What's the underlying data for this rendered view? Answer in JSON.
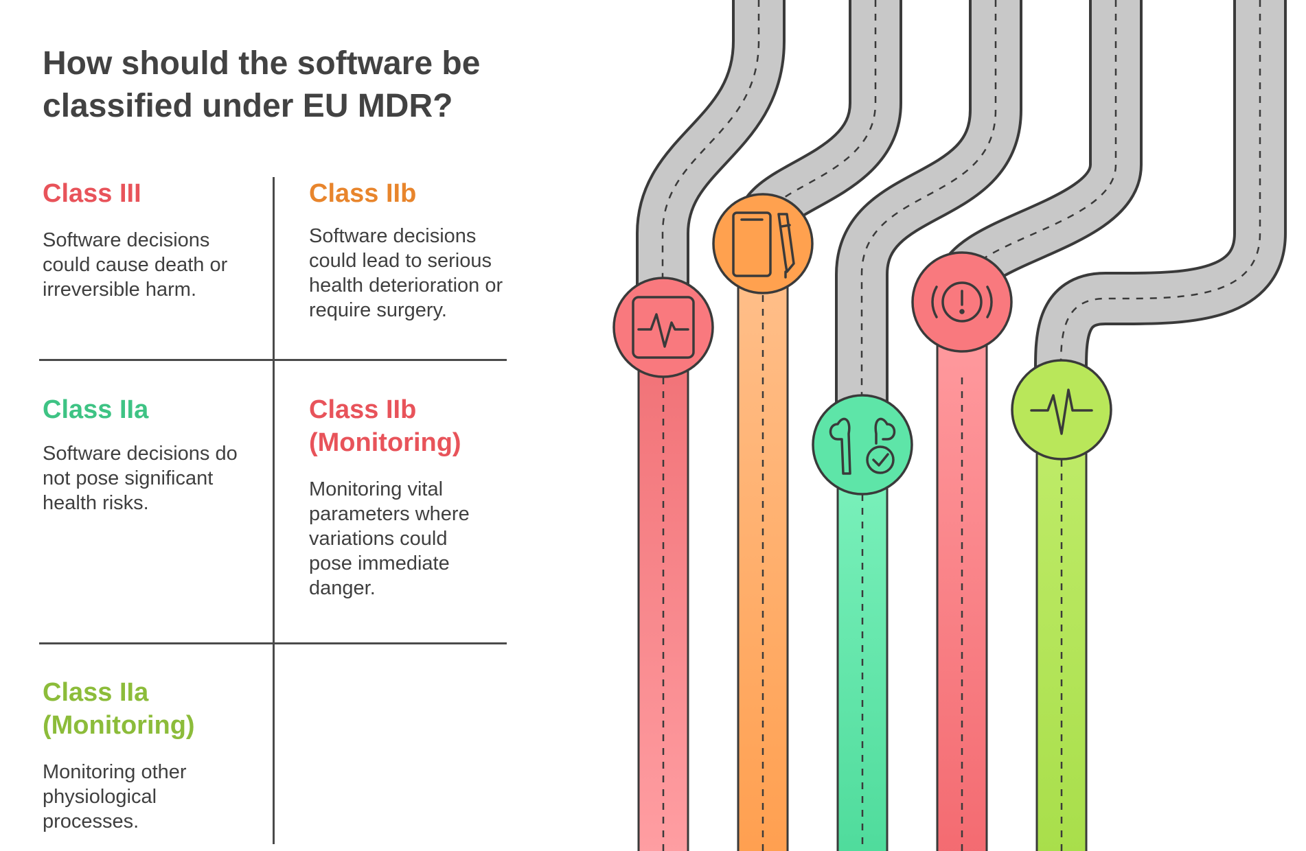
{
  "title": "How should the software be classified under EU MDR?",
  "classes": [
    {
      "label": "Class III",
      "description": "Software decisions could cause death or irreversible harm.",
      "color": "#e8535a"
    },
    {
      "label": "Class IIb",
      "description": "Software decisions could lead to serious health deterioration or require surgery.",
      "color": "#e8852c"
    },
    {
      "label": "Class IIa",
      "description": "Software decisions do not pose significant health risks.",
      "color": "#3ec384"
    },
    {
      "label": "Class IIb (Monitoring)",
      "description": "Monitoring vital parameters where variations could pose immediate danger.",
      "color": "#e8535a"
    },
    {
      "label": "Class IIa (Monitoring)",
      "description": "Monitoring other physiological processes.",
      "color": "#8cbc3a"
    }
  ],
  "roads": [
    {
      "icon": "vital-monitor-icon",
      "top_color": "#f06f74",
      "bottom_color": "#ff9fa3",
      "badge_color": "#f9797e"
    },
    {
      "icon": "tablet-pen-icon",
      "top_color": "#ffc08c",
      "bottom_color": "#ff9f4f",
      "badge_color": "#ffa14f"
    },
    {
      "icon": "earbuds-check-icon",
      "top_color": "#7df2bd",
      "bottom_color": "#4edb9b",
      "badge_color": "#5ee5a8"
    },
    {
      "icon": "alert-icon",
      "top_color": "#ff9a9e",
      "bottom_color": "#f36a70",
      "badge_color": "#f9797e"
    },
    {
      "icon": "heartbeat-icon",
      "top_color": "#c0ec6a",
      "bottom_color": "#a8de4a",
      "badge_color": "#b9e75a"
    }
  ]
}
